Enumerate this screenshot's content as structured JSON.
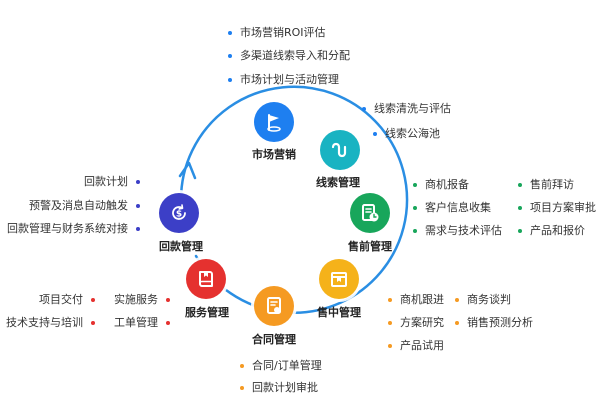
{
  "colors": {
    "ring": "#2a8ee3",
    "blue": "#1e7ff0",
    "teal": "#19b3c2",
    "green": "#18a65b",
    "yellow": "#f5b21a",
    "orange": "#f59a22",
    "red": "#e5312f",
    "indigo": "#3c3fc7",
    "bullet_blue": "#1e7ff0",
    "bullet_green": "#18a65b",
    "bullet_orange": "#f59a22",
    "bullet_red": "#e5312f",
    "bullet_indigo": "#3c3fc7"
  },
  "stages": [
    {
      "name": "市场营销",
      "icon": "flag-icon"
    },
    {
      "name": "线索管理",
      "icon": "link-icon"
    },
    {
      "name": "售前管理",
      "icon": "document-clock-icon"
    },
    {
      "name": "售中管理",
      "icon": "box-icon"
    },
    {
      "name": "合同管理",
      "icon": "certificate-icon"
    },
    {
      "name": "服务管理",
      "icon": "book-icon"
    },
    {
      "name": "回款管理",
      "icon": "refund-icon"
    }
  ],
  "bullets": {
    "marketing": [
      "市场营销ROI评估",
      "多渠道线索导入和分配",
      "市场计划与活动管理"
    ],
    "leads": [
      "线索清洗与评估",
      "线索公海池"
    ],
    "presales": [
      "商机报备",
      "客户信息收集",
      "需求与技术评估",
      "售前拜访",
      "项目方案审批",
      "产品和报价"
    ],
    "insales": [
      "商机跟进",
      "方案研究",
      "产品试用",
      "商务谈判",
      "销售预测分析"
    ],
    "contract": [
      "合同/订单管理",
      "回款计划审批"
    ],
    "service": [
      "项目交付",
      "技术支持与培训",
      "实施服务",
      "工单管理"
    ],
    "payment": [
      "回款计划",
      "预警及消息自动触发",
      "回款管理与财务系统对接"
    ]
  }
}
